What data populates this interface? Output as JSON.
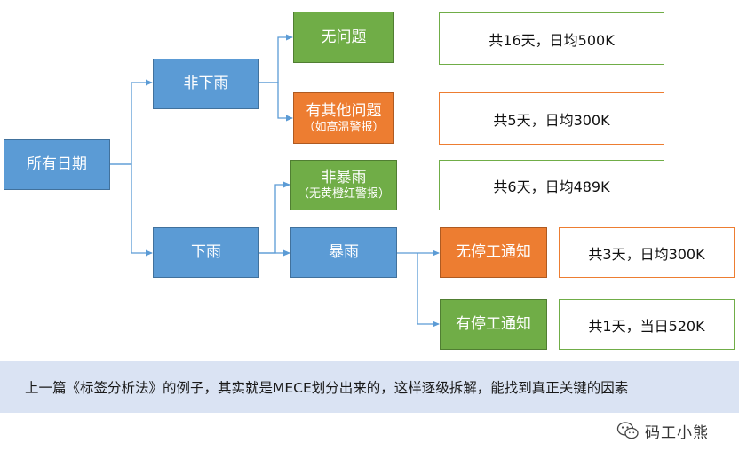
{
  "nodes": {
    "all_dates": {
      "label": "所有日期"
    },
    "no_rain": {
      "label": "非下雨"
    },
    "rain": {
      "label": "下雨"
    },
    "no_problem": {
      "label": "无问题"
    },
    "other_problem": {
      "label": "有其他问题",
      "sub": "（如高温警报）"
    },
    "non_rainstorm": {
      "label": "非暴雨",
      "sub": "（无黄橙红警报）"
    },
    "rainstorm": {
      "label": "暴雨"
    },
    "no_stop_notice": {
      "label": "无停工通知"
    },
    "stop_notice": {
      "label": "有停工通知"
    }
  },
  "results": {
    "no_problem": "共16天，日均500K",
    "other_problem": "共5天，日均300K",
    "non_rainstorm": "共6天，日均489K",
    "no_stop_notice": "共3天，日均300K",
    "stop_notice": "共1天，当日520K"
  },
  "colors": {
    "blue": "#5b9bd5",
    "green": "#70ad47",
    "orange": "#ed7d31",
    "connector": "#5b9bd5",
    "caption_background": "#dae3f3"
  },
  "caption": "上一篇《标签分析法》的例子，其实就是MECE划分出来的，这样逐级拆解，能找到真正关键的因素",
  "watermark": {
    "icon": "wechat-icon",
    "text": "码工小熊"
  }
}
